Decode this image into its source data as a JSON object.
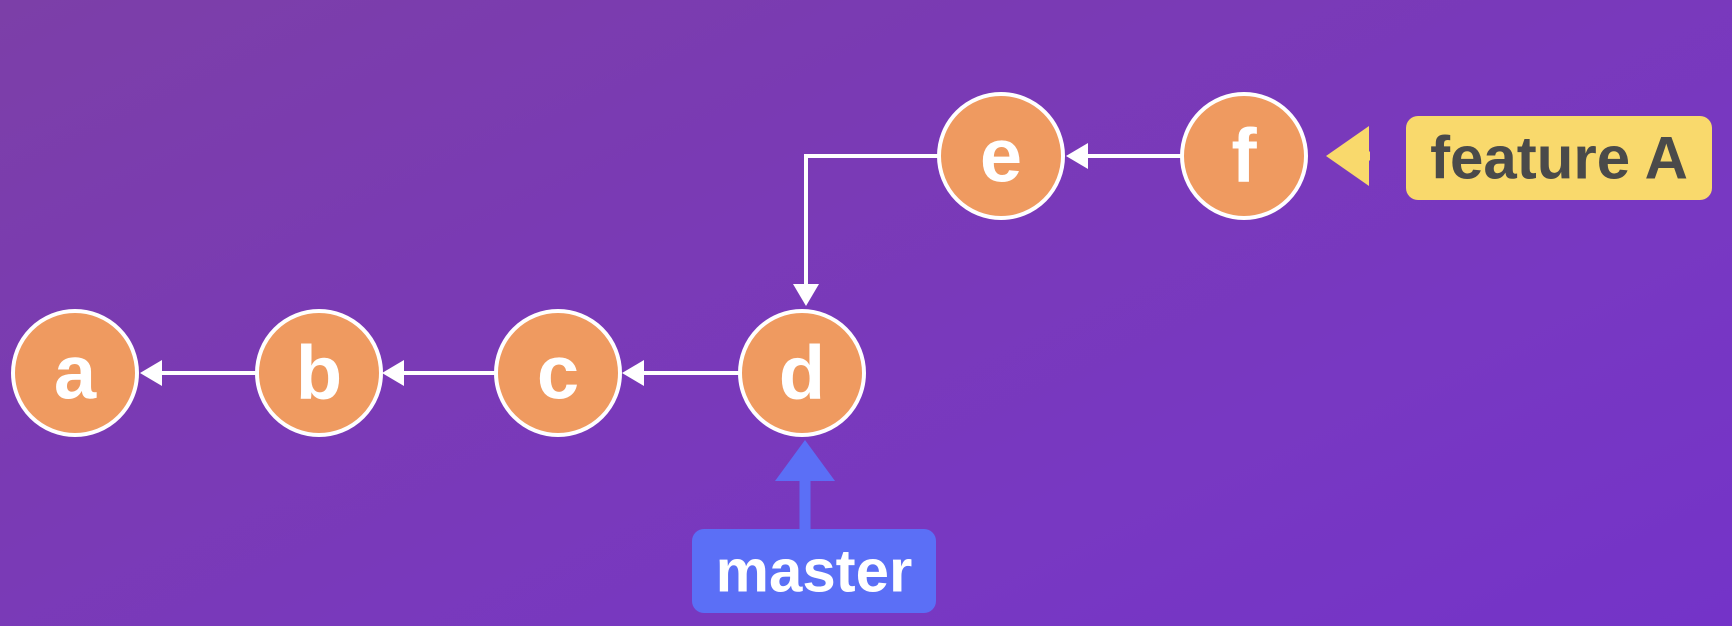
{
  "nodes": [
    {
      "id": "a",
      "label": "a"
    },
    {
      "id": "b",
      "label": "b"
    },
    {
      "id": "c",
      "label": "c"
    },
    {
      "id": "d",
      "label": "d"
    },
    {
      "id": "e",
      "label": "e"
    },
    {
      "id": "f",
      "label": "f"
    }
  ],
  "edges": [
    {
      "from": "b",
      "to": "a"
    },
    {
      "from": "c",
      "to": "b"
    },
    {
      "from": "d",
      "to": "c"
    },
    {
      "from": "e",
      "to": "d"
    },
    {
      "from": "f",
      "to": "e"
    }
  ],
  "branches": {
    "feature": {
      "label": "feature A",
      "points_to": "f",
      "color": "#f9d96c",
      "text_color": "#4a4a4a"
    },
    "master": {
      "label": "master",
      "points_to": "d",
      "color": "#5b6ff6",
      "text_color": "#ffffff"
    }
  },
  "colors": {
    "node_fill": "#ef9a60",
    "node_stroke": "#ffffff",
    "edge": "#ffffff"
  }
}
